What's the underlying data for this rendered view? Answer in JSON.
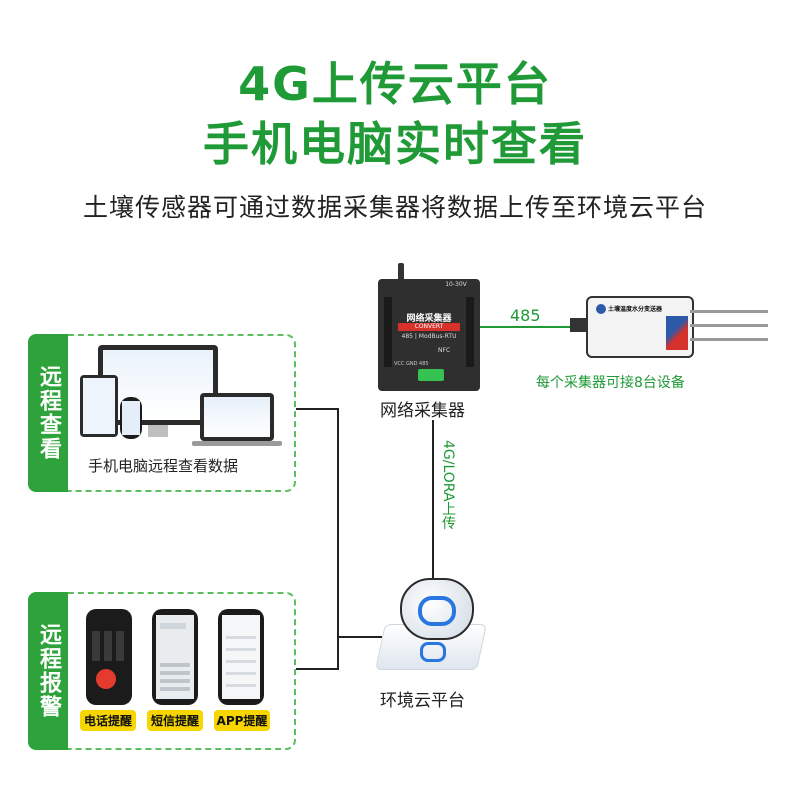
{
  "header": {
    "title_line1": "4G上传云平台",
    "title_line2": "手机电脑实时查看",
    "subtitle": "土壤传感器可通过数据采集器将数据上传至环境云平台"
  },
  "collector": {
    "label": "网络采集器",
    "device_name": "网络采集器",
    "device_brand": "CONVERT",
    "device_model": "485 | ModBus-RTU",
    "voltage": "10-30V",
    "nfc": "NFC",
    "pins": "VCC GND 485"
  },
  "link_485": "485",
  "sensor": {
    "title": "土壤温度水分变送器",
    "note": "每个采集器可接8台设备"
  },
  "uplink_label": "4G/LORA上传",
  "cloud": {
    "label": "环境云平台"
  },
  "remote_view": {
    "tab": "远程查看",
    "caption": "手机电脑远程查看数据"
  },
  "remote_alarm": {
    "tab": "远程报警",
    "badges": [
      "电话提醒",
      "短信提醒",
      "APP提醒"
    ]
  },
  "colors": {
    "brand_green": "#1f9a36",
    "panel_green": "#2ea33b",
    "badge_yellow": "#f7d600"
  }
}
